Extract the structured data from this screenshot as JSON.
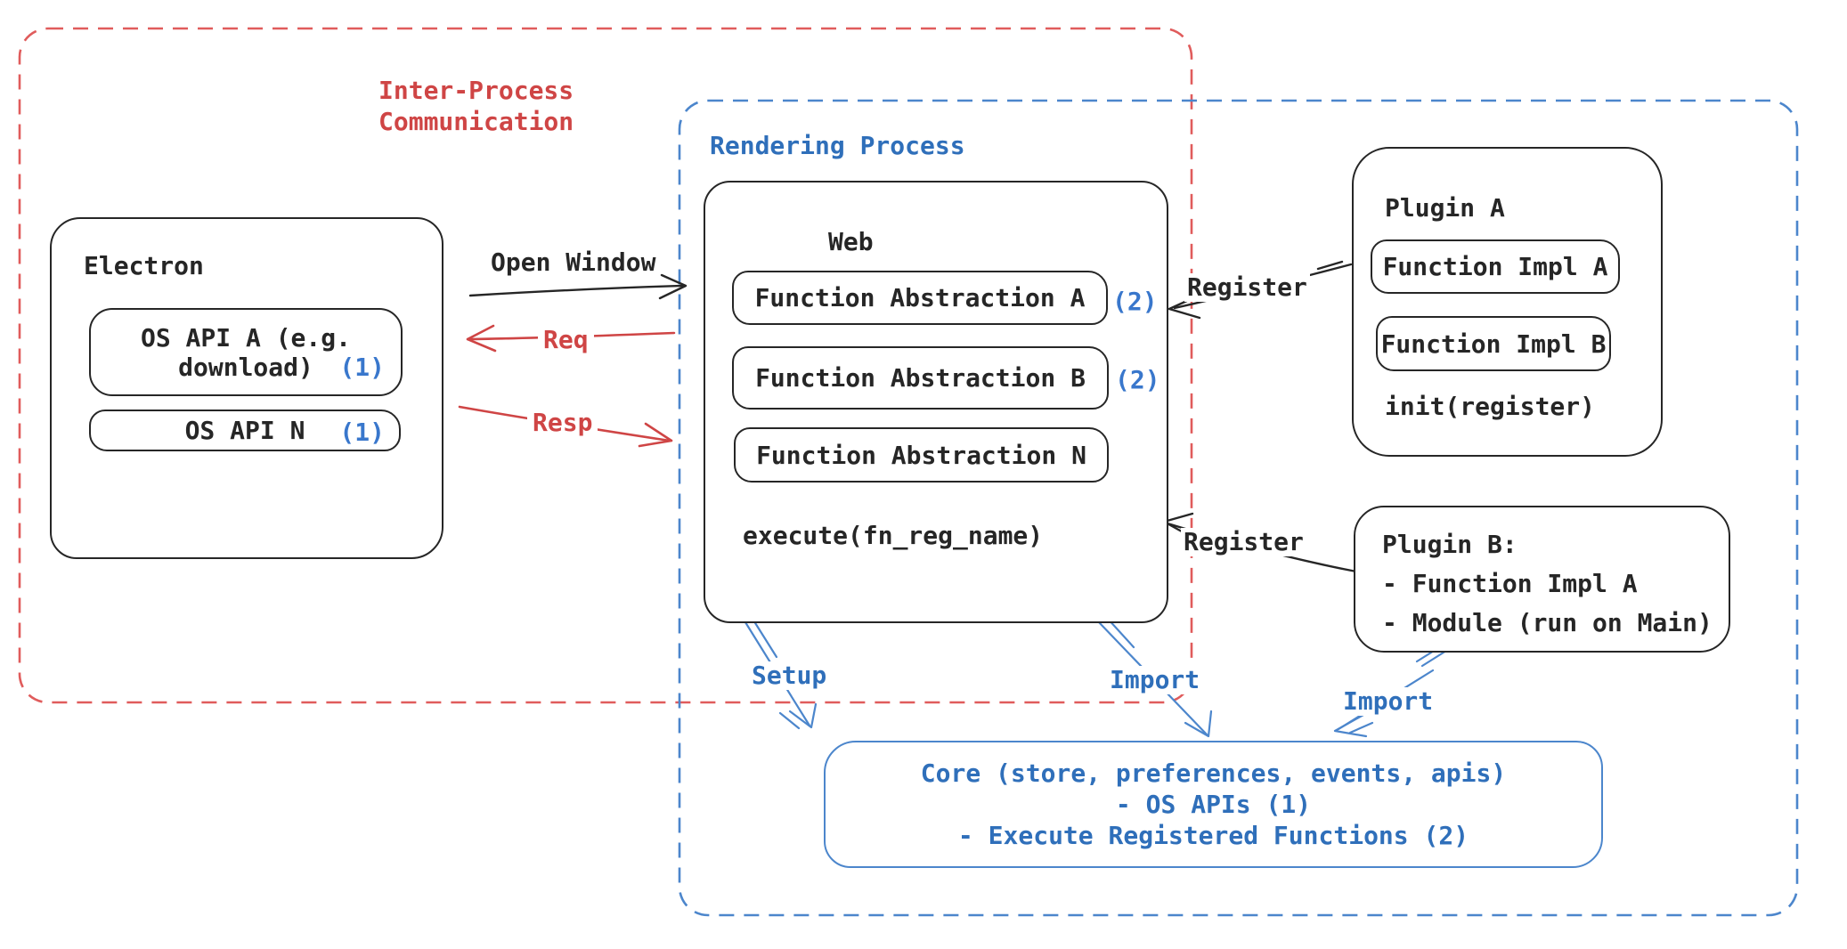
{
  "regions": {
    "ipc_line1": "Inter-Process",
    "ipc_line2": "Communication",
    "rendering": "Rendering Process"
  },
  "electron": {
    "title": "Electron",
    "os_api_a_line1": "OS API A (e.g.",
    "os_api_a_line2": "download)",
    "os_api_a_badge": "(1)",
    "os_api_n": "OS API N",
    "os_api_n_badge": "(1)"
  },
  "web": {
    "title": "Web",
    "fa_a": "Function Abstraction A",
    "fa_a_badge": "(2)",
    "fa_b": "Function Abstraction B",
    "fa_b_badge": "(2)",
    "fa_n": "Function Abstraction N",
    "execute": "execute(fn_reg_name)"
  },
  "plugin_a": {
    "title": "Plugin A",
    "impl_a": "Function Impl A",
    "impl_b": "Function Impl B",
    "init": "init(register)"
  },
  "plugin_b": {
    "line1": "Plugin B:",
    "line2": "- Function Impl A",
    "line3": "- Module (run on Main)"
  },
  "core": {
    "line1": "Core (store, preferences, events, apis)",
    "line2": "- OS APIs (1)",
    "line3": "- Execute Registered Functions (2)"
  },
  "arrows": {
    "open_window": "Open Window",
    "req": "Req",
    "resp": "Resp",
    "register_a": "Register",
    "register_b": "Register",
    "setup": "Setup",
    "import_web": "Import",
    "import_plugin": "Import"
  },
  "colors": {
    "ink": "#262626",
    "red": "#cf4545",
    "red_dash": "#e05c5c",
    "blue": "#2f6fba",
    "blue_dash": "#4c86cc",
    "badge": "#3977cc"
  }
}
